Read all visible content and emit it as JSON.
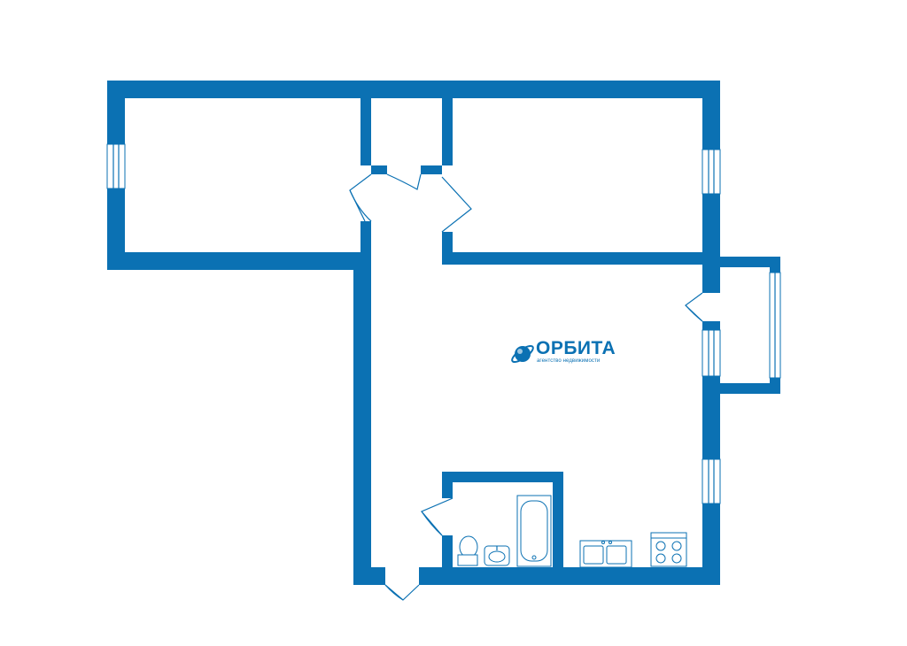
{
  "logo": {
    "name": "ОРБИТА",
    "tagline": "агентство недвижимости",
    "icon": "planet-orbit-icon"
  },
  "colors": {
    "wall": "#0b71b3",
    "background": "#ffffff"
  },
  "fixtures": [
    "toilet",
    "sink",
    "bathtub",
    "kitchen-sink",
    "stove"
  ]
}
